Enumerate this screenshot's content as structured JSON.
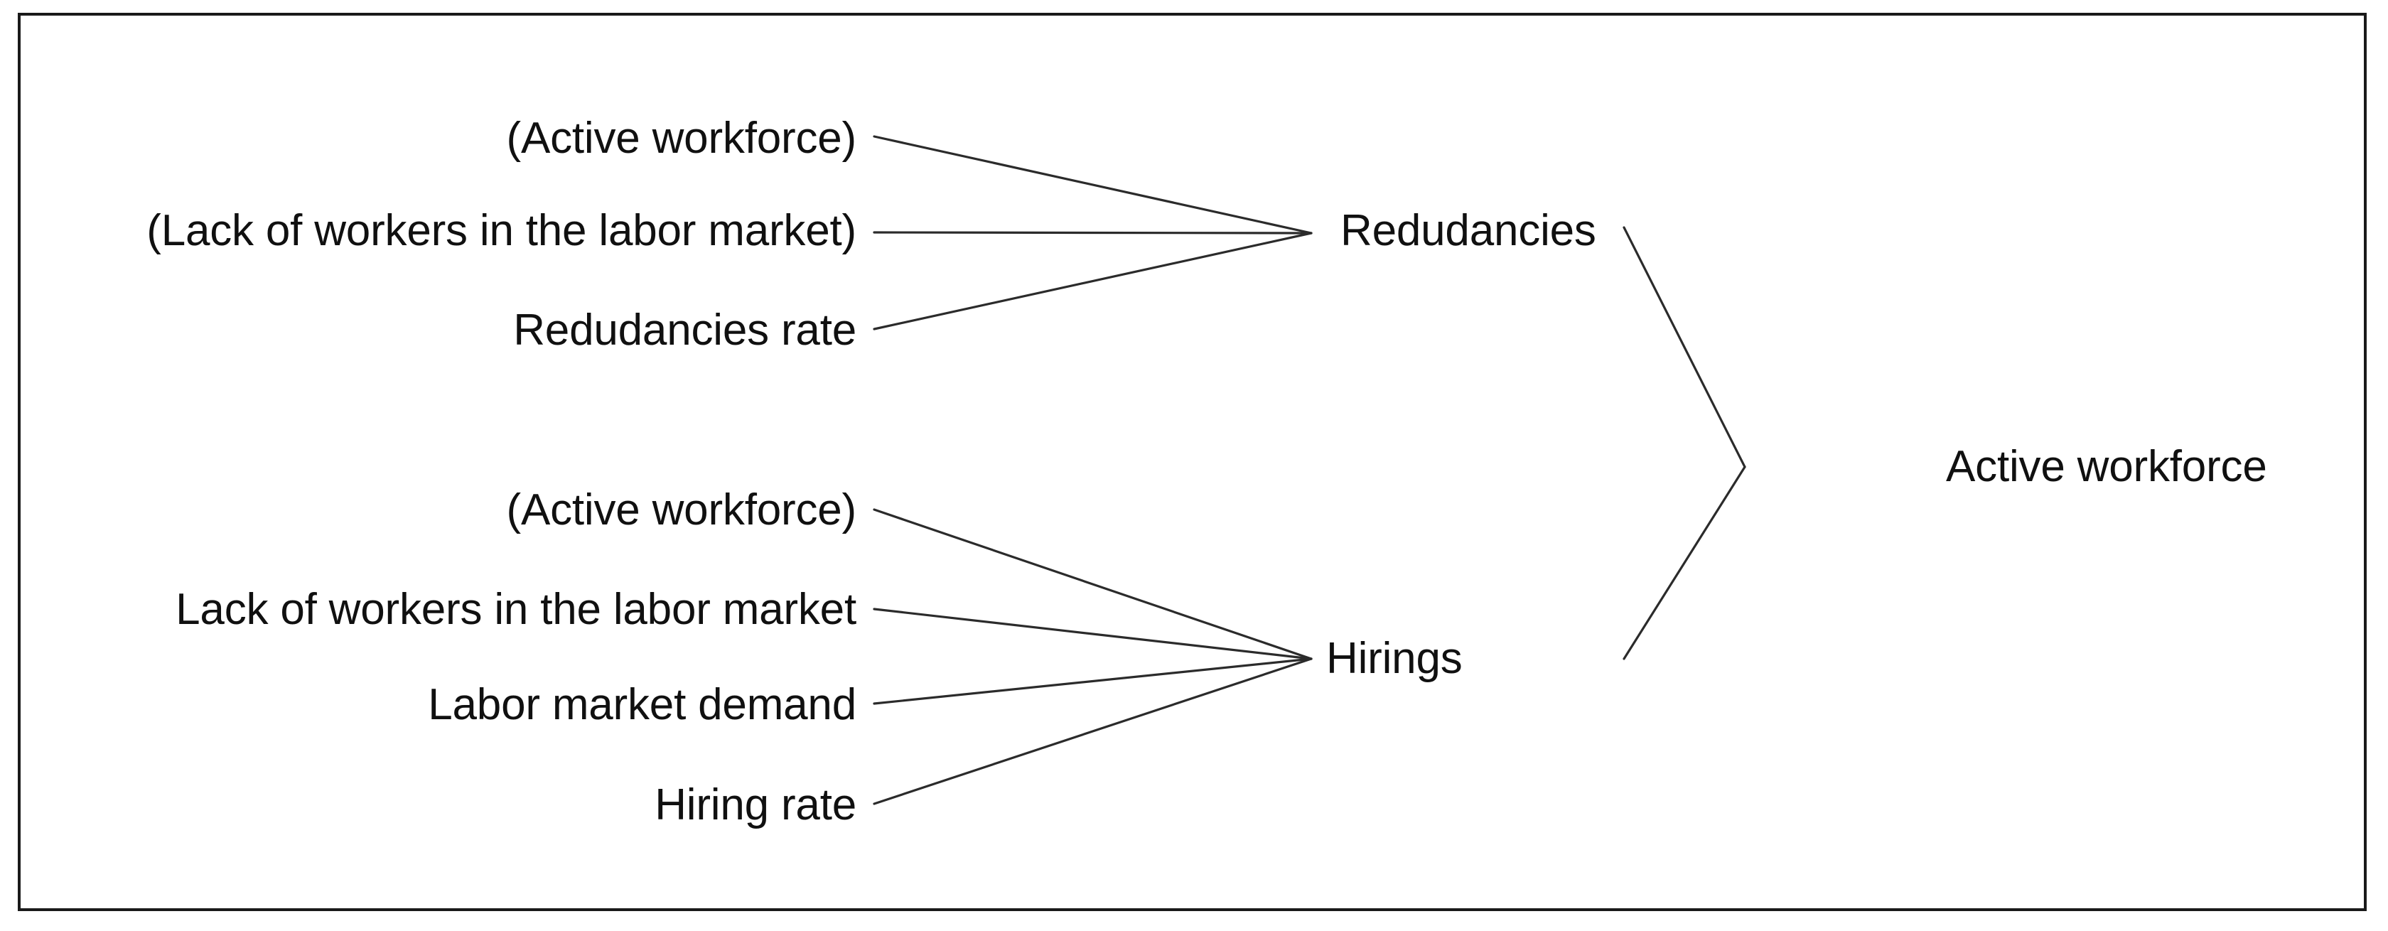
{
  "diagram": {
    "title": "Active workforce determinants diagram",
    "type": "node-link-fan-in",
    "background_color": "#ffffff",
    "border_color": "#1a1a1a",
    "line_color": "#2b2b2b",
    "text_color": "#101010",
    "nodes": {
      "redundancies_inputs": [
        {
          "id": "in-top-1",
          "label": "(Active workforce)"
        },
        {
          "id": "in-top-2",
          "label": "(Lack of workers in the labor market)"
        },
        {
          "id": "in-top-3",
          "label": "Redudancies rate"
        }
      ],
      "hirings_inputs": [
        {
          "id": "in-bot-1",
          "label": "(Active workforce)"
        },
        {
          "id": "in-bot-2",
          "label": "Lack of workers in the labor market"
        },
        {
          "id": "in-bot-3",
          "label": "Labor market demand"
        },
        {
          "id": "in-bot-4",
          "label": "Hiring rate"
        }
      ],
      "intermediate": [
        {
          "id": "mid-top",
          "label": "Redudancies"
        },
        {
          "id": "mid-bot",
          "label": "Hirings"
        }
      ],
      "output": {
        "id": "out-node",
        "label": "Active workforce"
      }
    },
    "edges": [
      {
        "from": "in-top-1",
        "to": "mid-top"
      },
      {
        "from": "in-top-2",
        "to": "mid-top"
      },
      {
        "from": "in-top-3",
        "to": "mid-top"
      },
      {
        "from": "in-bot-1",
        "to": "mid-bot"
      },
      {
        "from": "in-bot-2",
        "to": "mid-bot"
      },
      {
        "from": "in-bot-3",
        "to": "mid-bot"
      },
      {
        "from": "in-bot-4",
        "to": "mid-bot"
      },
      {
        "from": "mid-top",
        "to": "out-node"
      },
      {
        "from": "mid-bot",
        "to": "out-node"
      }
    ]
  }
}
